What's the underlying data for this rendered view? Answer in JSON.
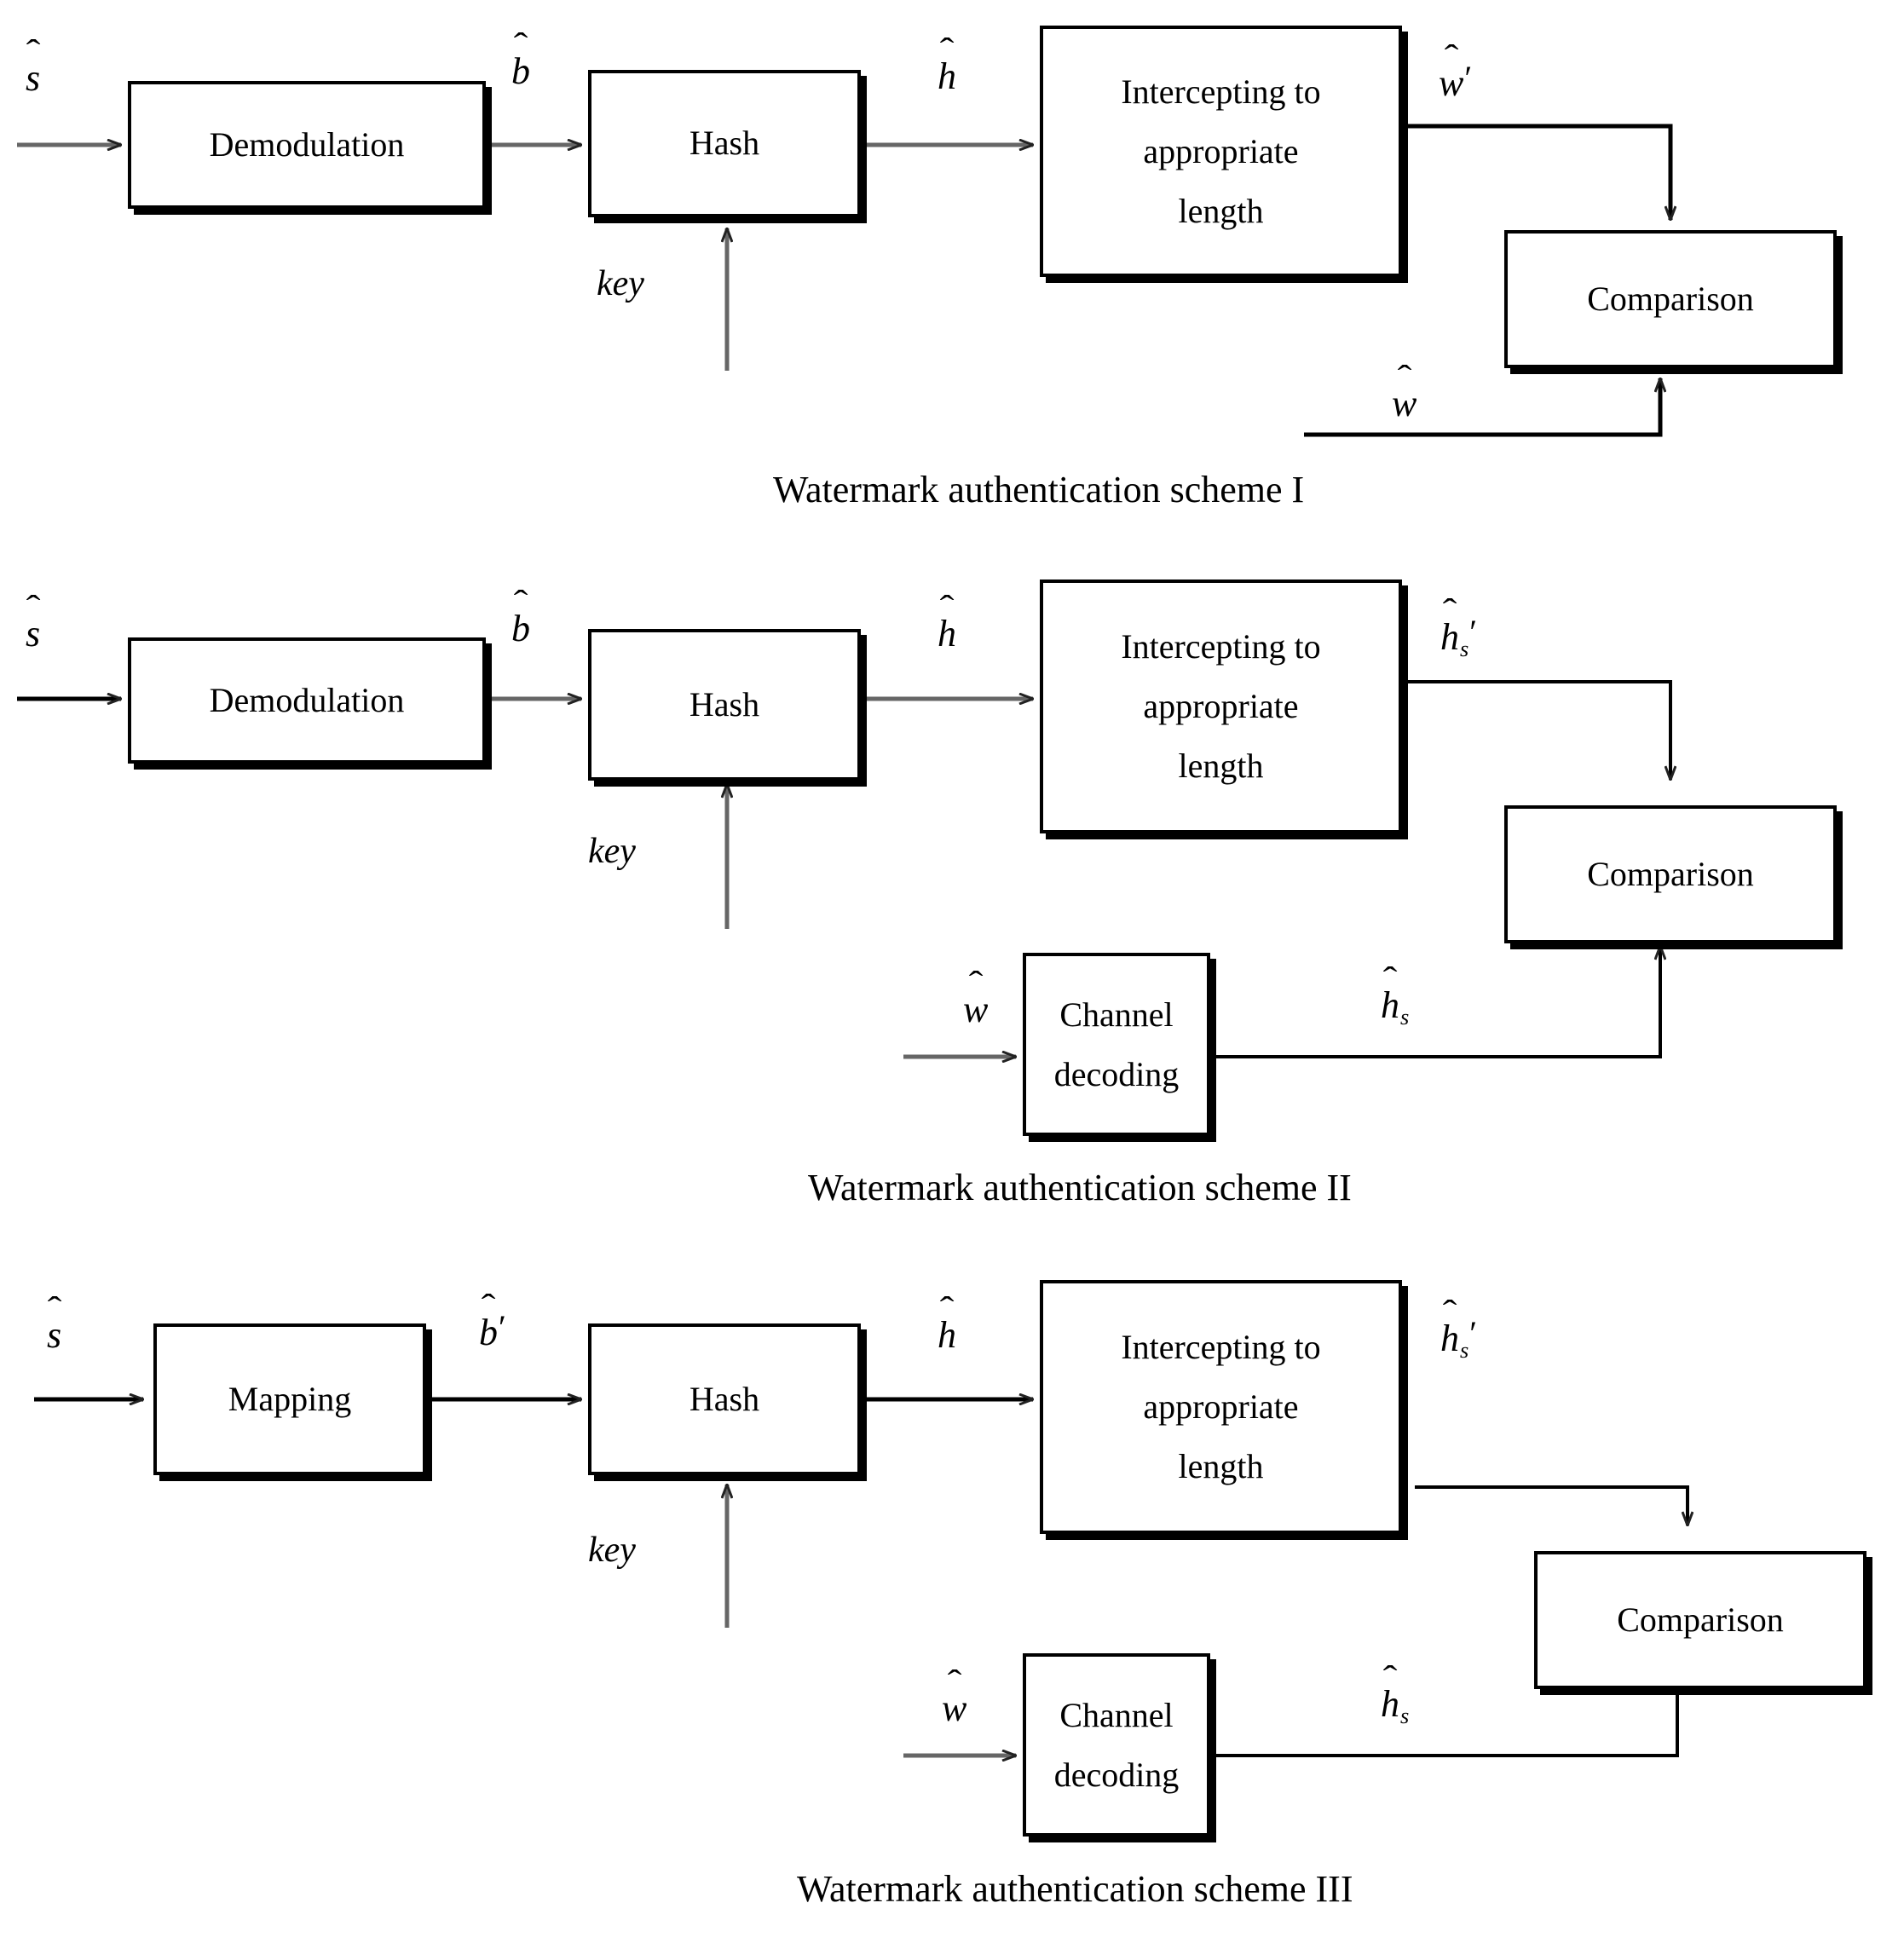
{
  "figure": {
    "title": "Watermark authentication schemes block diagrams",
    "background_color": "#ffffff",
    "line_color": "#000000"
  },
  "schemes": [
    {
      "id": "scheme-1",
      "caption": "Watermark authentication scheme I",
      "boxes": {
        "demodulation": "Demodulation",
        "hash": "Hash",
        "intercepting_line1": "Intercepting to",
        "intercepting_line2": "appropriate",
        "intercepting_line3": "length",
        "comparison": "Comparison"
      },
      "signals": {
        "input": "s",
        "input_full": "ŝ",
        "after_demodulation": "b̂",
        "after_hash": "ĥ",
        "key": "key",
        "intercept_output": "ŵ′",
        "watermark": "ŵ"
      }
    },
    {
      "id": "scheme-2",
      "caption": "Watermark authentication scheme II",
      "boxes": {
        "demodulation": "Demodulation",
        "hash": "Hash",
        "intercepting_line1": "Intercepting to",
        "intercepting_line2": "appropriate",
        "intercepting_line3": "length",
        "comparison": "Comparison",
        "channel_decoding_line1": "Channel",
        "channel_decoding_line2": "decoding"
      },
      "signals": {
        "input": "ŝ",
        "after_demodulation": "b̂",
        "after_hash": "ĥ",
        "key": "key",
        "intercept_output": "ĥs′",
        "watermark": "ŵ",
        "decoded": "ĥs"
      }
    },
    {
      "id": "scheme-3",
      "caption": "Watermark authentication scheme III",
      "boxes": {
        "mapping": "Mapping",
        "hash": "Hash",
        "intercepting_line1": "Intercepting to",
        "intercepting_line2": "appropriate",
        "intercepting_line3": "length",
        "comparison": "Comparison",
        "channel_decoding_line1": "Channel",
        "channel_decoding_line2": "decoding"
      },
      "signals": {
        "input": "ŝ",
        "after_mapping": "b̂′",
        "after_hash": "ĥ",
        "key": "key",
        "intercept_output": "ĥs′",
        "watermark": "ŵ",
        "decoded": "ĥs"
      }
    }
  ],
  "glyphs": {
    "s": "s",
    "b": "b",
    "h": "h",
    "w": "w",
    "sub_s": "s",
    "prime": "′"
  }
}
